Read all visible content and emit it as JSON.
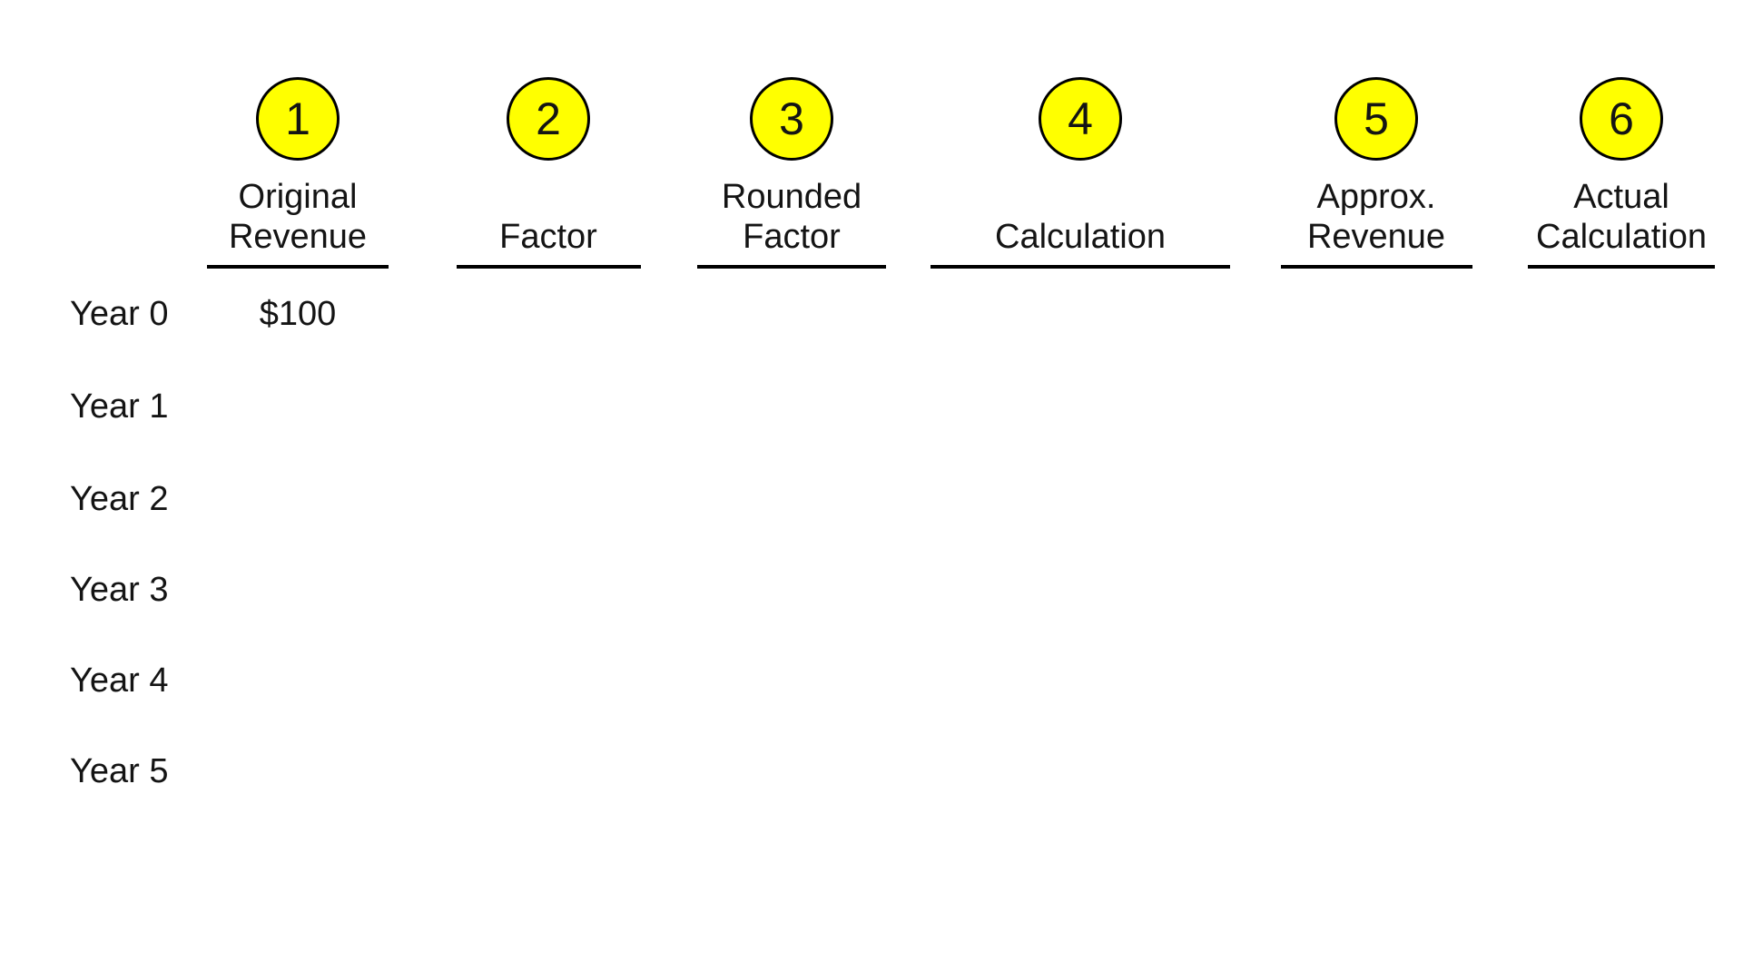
{
  "slide": {
    "background": "#ffffff"
  },
  "columns": [
    {
      "step": "1",
      "header": "Original Revenue"
    },
    {
      "step": "2",
      "header": "Factor"
    },
    {
      "step": "3",
      "header": "Rounded Factor"
    },
    {
      "step": "4",
      "header": "Calculation"
    },
    {
      "step": "5",
      "header": "Approx. Revenue"
    },
    {
      "step": "6",
      "header": "Actual Calculation"
    }
  ],
  "rows": [
    {
      "label": "Year 0"
    },
    {
      "label": "Year 1"
    },
    {
      "label": "Year 2"
    },
    {
      "label": "Year 3"
    },
    {
      "label": "Year 4"
    },
    {
      "label": "Year 5"
    }
  ],
  "cells": {
    "year0_original_revenue": "$100"
  },
  "colors": {
    "badge_fill": "#ffff00",
    "badge_border": "#000000",
    "text": "#141414",
    "rule": "#000000"
  }
}
